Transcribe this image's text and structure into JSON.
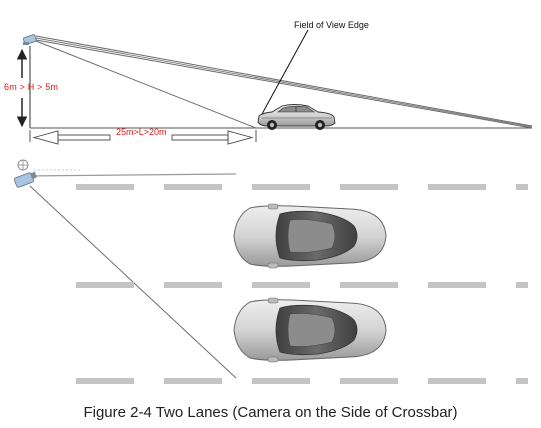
{
  "labels": {
    "field_of_view_edge": "Field of View Edge",
    "height_range": "6m > H > 5m",
    "distance_range": "25m>L>20m"
  },
  "caption": "Figure 2-4 Two Lanes (Camera on the Side of Crossbar)",
  "colors": {
    "dimension_text": "#e01818",
    "lane_marking": "#c4c4c4",
    "car_body": "#d9d9d9",
    "car_glass": "#555555"
  },
  "icons": {
    "side_camera": "camera-icon",
    "top_camera": "camera-icon",
    "side_car": "car-side-icon",
    "top_cars": "car-top-icon"
  }
}
